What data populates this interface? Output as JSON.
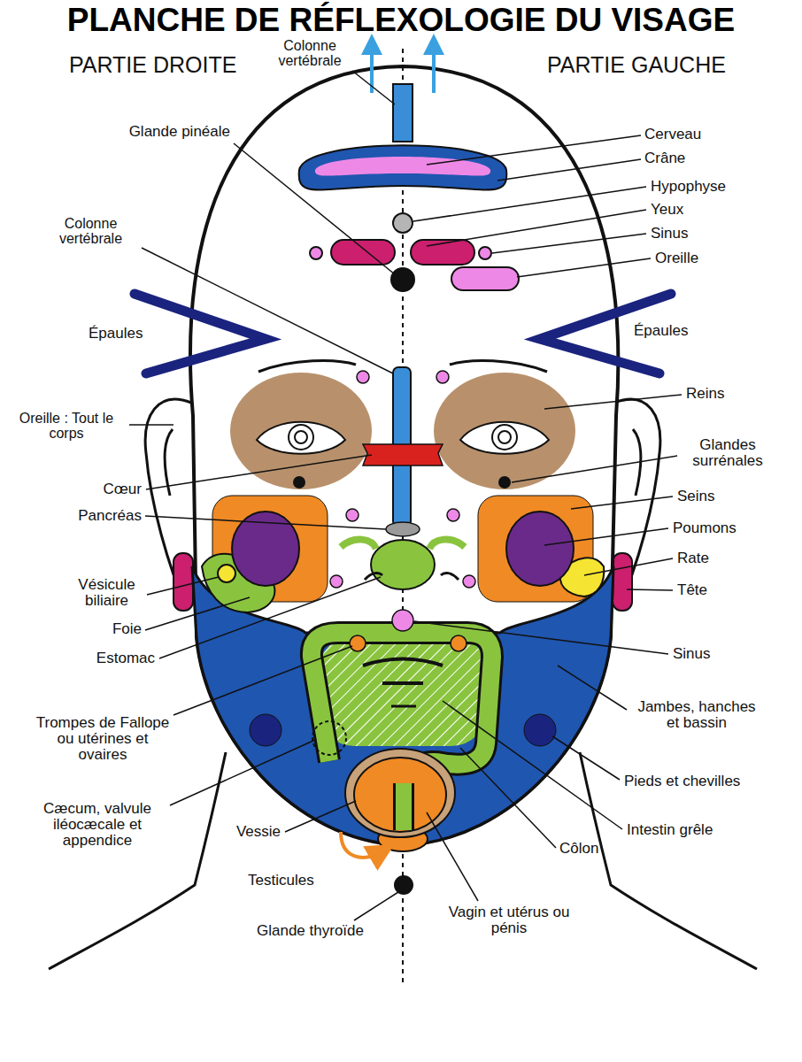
{
  "diagram": {
    "title": "PLANCHE DE RÉFLEXOLOGIE DU VISAGE",
    "labels": [
      "PARTIE DROITE",
      "PARTIE GAUCHE",
      "Colonne vertébrale",
      "Glande pinéale",
      "Cerveau",
      "Crâne",
      "Hypophyse",
      "Yeux",
      "Sinus",
      "Oreille",
      "Colonne vertébrale",
      "Épaules",
      "Épaules",
      "Reins",
      "Oreille : Tout le corps",
      "Glandes surrénales",
      "Cœur",
      "Seins",
      "Pancréas",
      "Poumons",
      "Rate",
      "Vésicule biliaire",
      "Tête",
      "Foie",
      "Estomac",
      "Sinus",
      "Jambes, hanches et bassin",
      "Trompes de Fallope ou utérines et ovaires",
      "Pieds et chevilles",
      "Cæcum, valvule iléocæcale et appendice",
      "Intestin grêle",
      "Vessie",
      "Côlon",
      "Testicules",
      "Glande thyroïde",
      "Vagin et utérus ou pénis"
    ]
  }
}
